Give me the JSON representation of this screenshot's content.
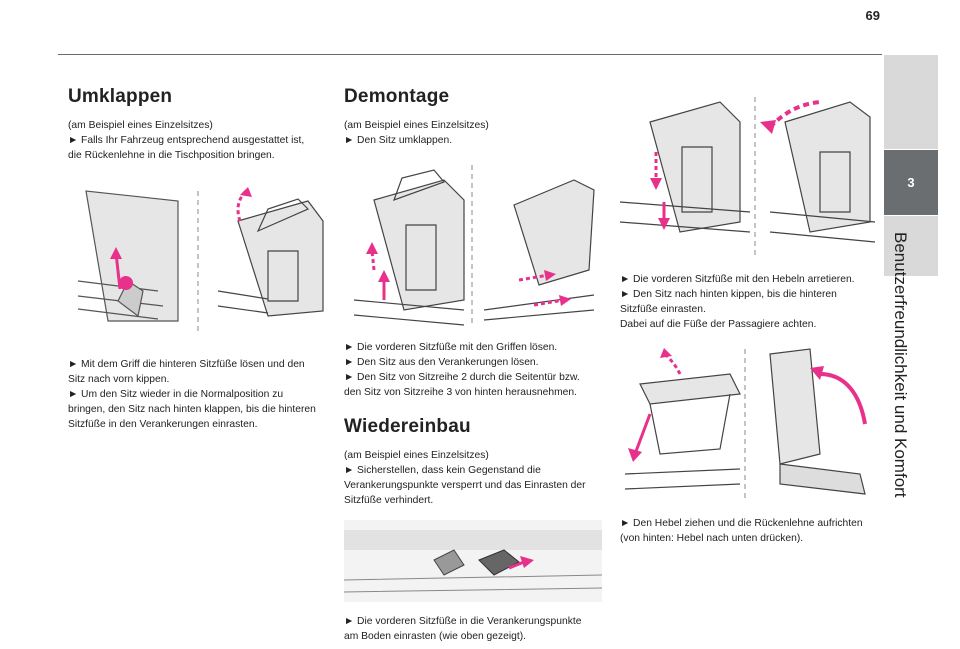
{
  "page": {
    "number": "69"
  },
  "side_tab": {
    "chapter": "3",
    "title": "Benutzerfreundlichkeit und Komfort"
  },
  "col1": {
    "heading": "Umklappen",
    "intro": [
      "(am Beispiel eines Einzelsitzes)",
      "► Falls Ihr Fahrzeug entsprechend ausgestattet ist,",
      "die Rückenlehne in die Tischposition bringen."
    ],
    "steps": [
      "► Mit dem Griff die hinteren Sitzfüße lösen und den",
      "Sitz nach vorn kippen.",
      "► Um den Sitz wieder in die Normalposition zu",
      "bringen, den Sitz nach hinten klappen, bis die hinteren",
      "Sitzfüße in den Verankerungen einrasten."
    ]
  },
  "col2": {
    "heading": "Demontage",
    "intro": [
      "(am Beispiel eines Einzelsitzes)",
      "► Den Sitz umklappen."
    ],
    "steps": [
      "► Die vorderen Sitzfüße mit den Griffen lösen.",
      "► Den Sitz aus den Verankerungen lösen.",
      "► Den Sitz von Sitzreihe 2 durch die Seitentür bzw.",
      "den Sitz von Sitzreihe 3 von hinten herausnehmen."
    ],
    "heading2": "Wiedereinbau",
    "intro2": [
      "(am Beispiel eines Einzelsitzes)",
      "► Sicherstellen, dass kein Gegenstand die",
      "Verankerungspunkte versperrt und das Einrasten der",
      "Sitzfüße verhindert."
    ],
    "steps2": [
      "► Die vorderen Sitzfüße in die Verankerungspunkte",
      "am Boden einrasten (wie oben gezeigt)."
    ]
  },
  "col3": {
    "steps": [
      "► Die vorderen Sitzfüße mit den Hebeln arretieren.",
      "► Den Sitz nach hinten kippen, bis die hinteren",
      "Sitzfüße einrasten.",
      "Dabei auf die Füße der Passagiere achten."
    ],
    "steps2": [
      "► Den Hebel ziehen und die Rückenlehne aufrichten",
      "(von hinten: Hebel nach unten drücken)."
    ]
  },
  "colors": {
    "accent": "#e8318a",
    "tab": "#6b6e70",
    "rule": "#6b6b6b"
  }
}
